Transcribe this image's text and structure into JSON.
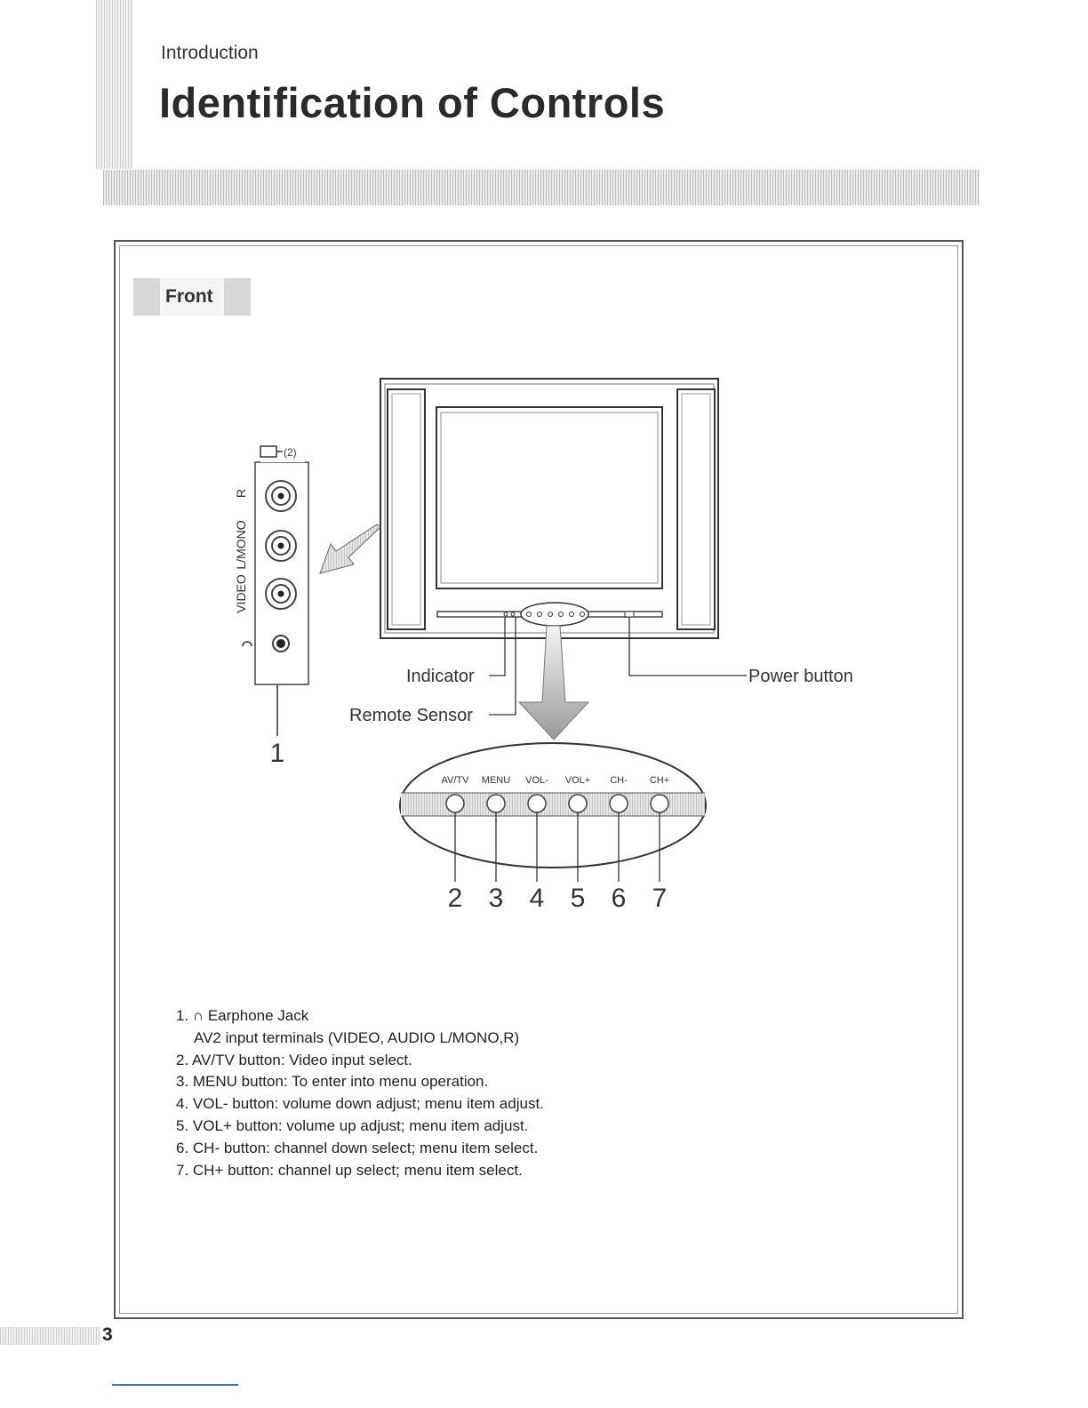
{
  "header": {
    "section": "Introduction",
    "title": "Identification of Controls"
  },
  "panel": {
    "tab_label": "Front"
  },
  "diagram": {
    "av_input_label": "(2)",
    "jack_labels": [
      "R",
      "L/MONO",
      "VIDEO"
    ],
    "callouts": {
      "indicator": "Indicator",
      "remote_sensor": "Remote Sensor",
      "power_button": "Power button"
    },
    "jack_number": "1",
    "buttons": [
      {
        "label": "AV/TV",
        "number": "2"
      },
      {
        "label": "MENU",
        "number": "3"
      },
      {
        "label": "VOL-",
        "number": "4"
      },
      {
        "label": "VOL+",
        "number": "5"
      },
      {
        "label": "CH-",
        "number": "6"
      },
      {
        "label": "CH+",
        "number": "7"
      }
    ]
  },
  "descriptions": {
    "item1": "1.  ∩ Earphone Jack",
    "item1_sub": "AV2 input terminals (VIDEO, AUDIO L/MONO,R)",
    "item2": "2. AV/TV button: Video input select.",
    "item3": "3. MENU button: To enter into menu operation.",
    "item4": "4. VOL- button: volume down adjust; menu item adjust.",
    "item5": "5. VOL+ button: volume up adjust; menu item adjust.",
    "item6": "6. CH- button: channel down select; menu item select.",
    "item7": "7. CH+ button: channel up select; menu item select."
  },
  "footer": {
    "page_number": "3"
  }
}
